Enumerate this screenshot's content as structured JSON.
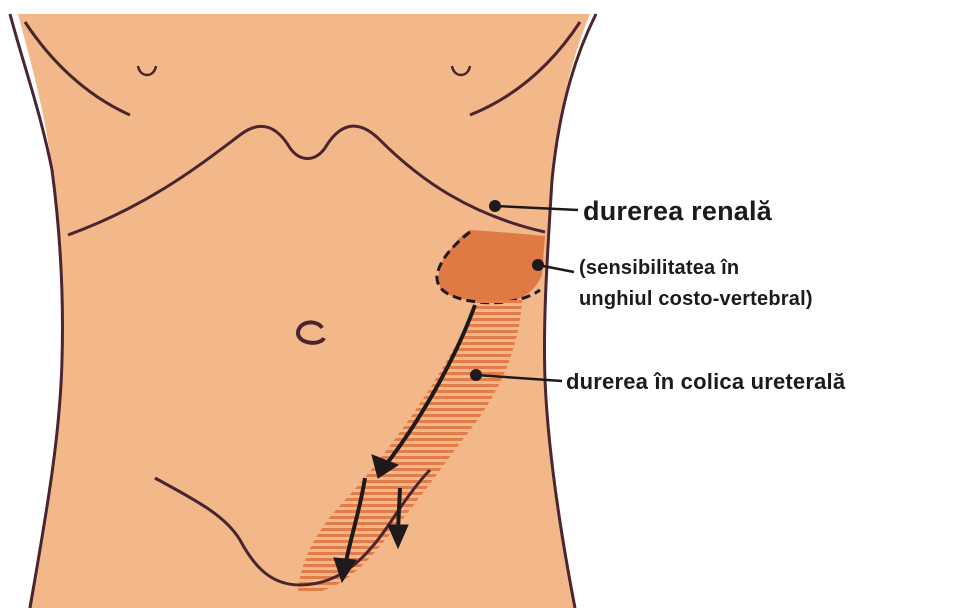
{
  "labels": {
    "renal_pain": "durerea renală",
    "cva_tenderness_line1": "(sensibilitatea în",
    "cva_tenderness_line2": "unghiul costo-vertebral)",
    "ureteral_colic_pain": "durerea în colica ureterală"
  },
  "colors": {
    "skin": "#f3b88a",
    "outline": "#4a2530",
    "tender_zone": "#e07a45",
    "stripe": "#e27d4a",
    "ink": "#1e1a1c"
  }
}
